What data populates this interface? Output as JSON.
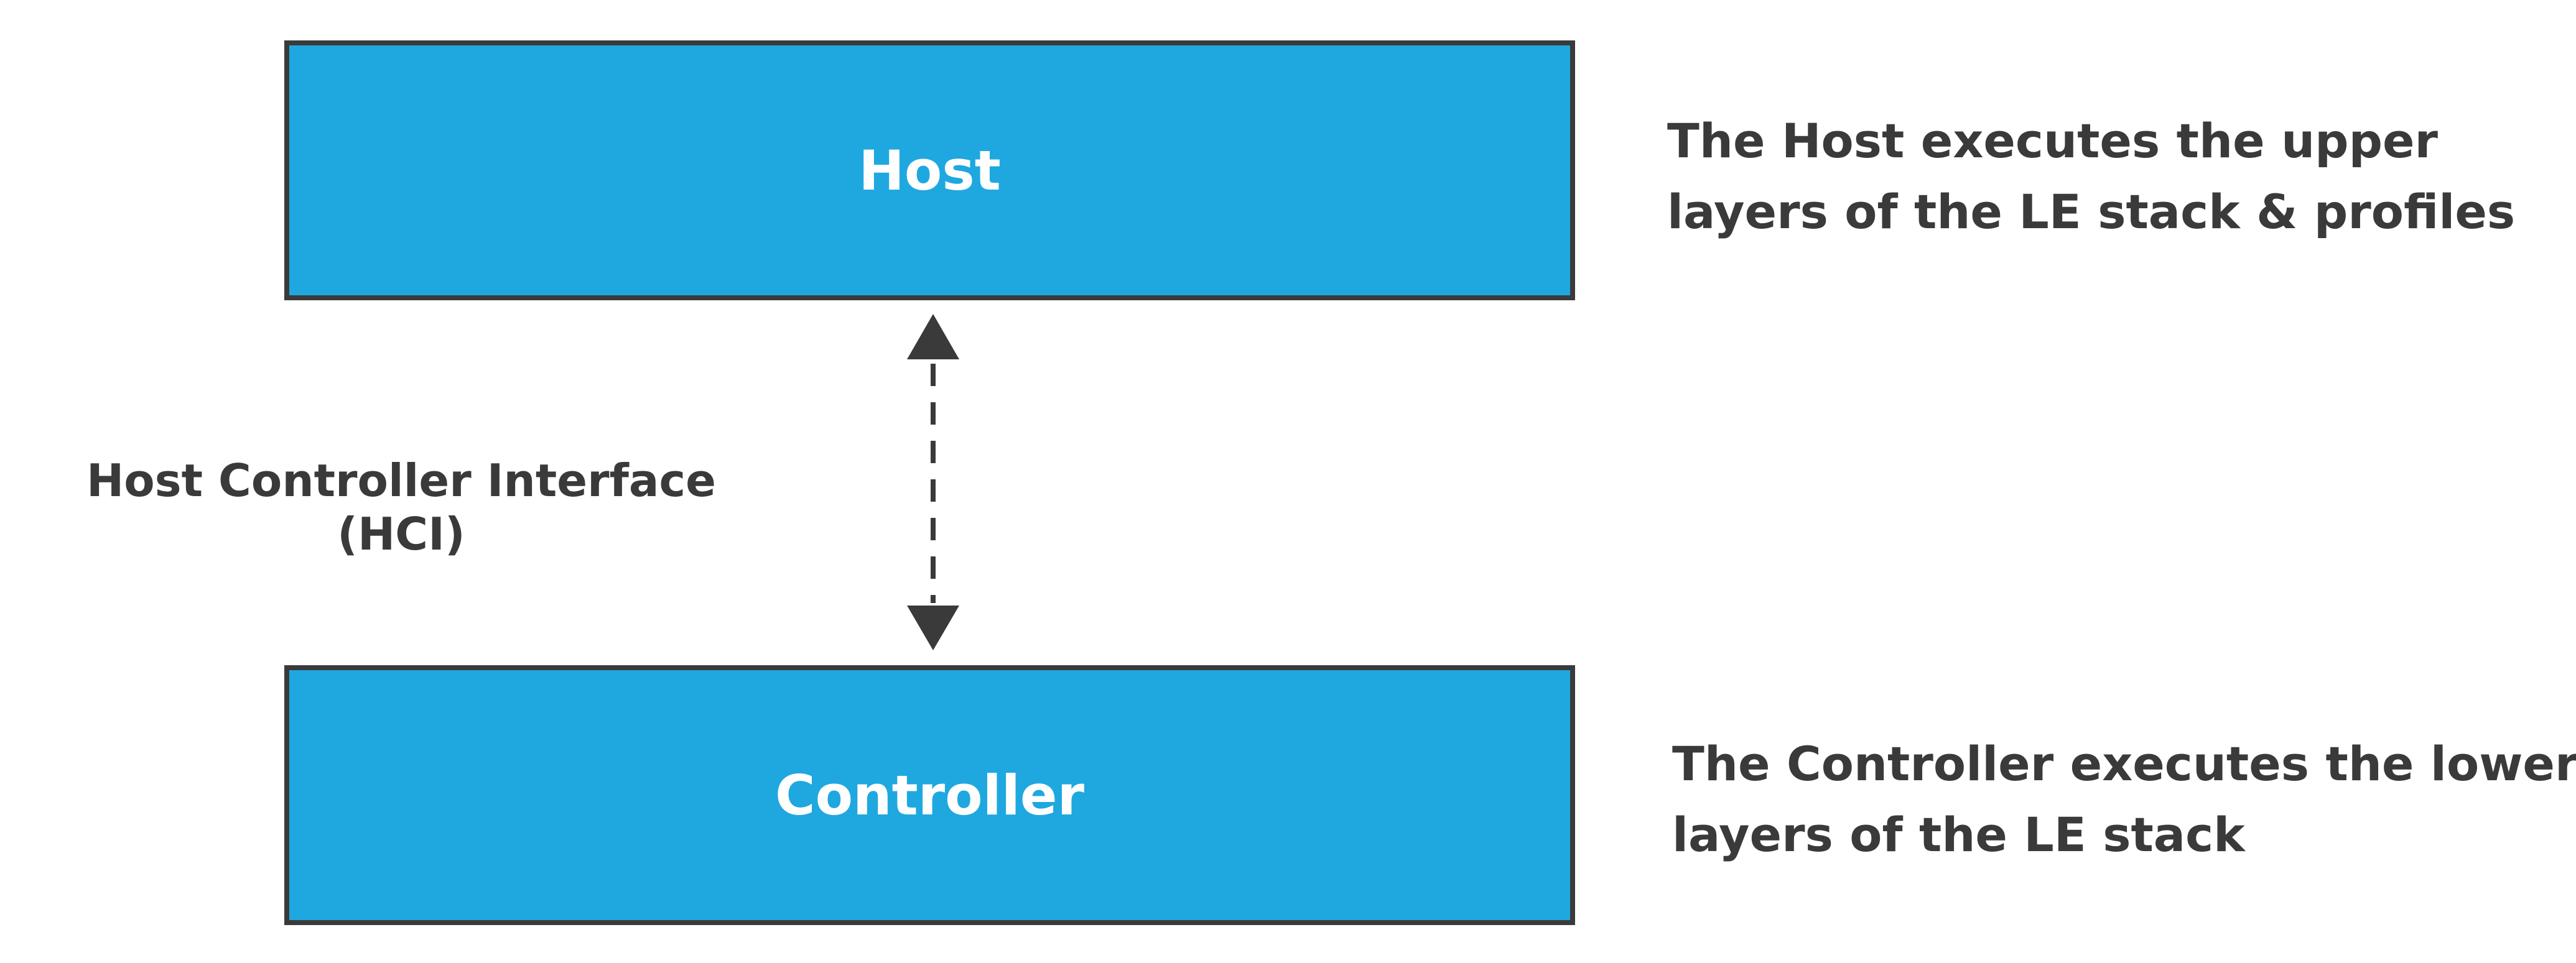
{
  "colors": {
    "box_fill": "#1fa8e0",
    "box_border": "#3a3a3a",
    "text_dark": "#3a3a3a",
    "box_text": "#ffffff"
  },
  "host": {
    "label": "Host",
    "description_lines": [
      "The Host executes the upper",
      "layers of the LE stack & profiles"
    ]
  },
  "controller": {
    "label": "Controller",
    "description_lines": [
      "The Controller executes the lower",
      "layers of the LE stack"
    ]
  },
  "interface": {
    "label_lines": [
      "Host Controller Interface",
      "(HCI)"
    ]
  }
}
